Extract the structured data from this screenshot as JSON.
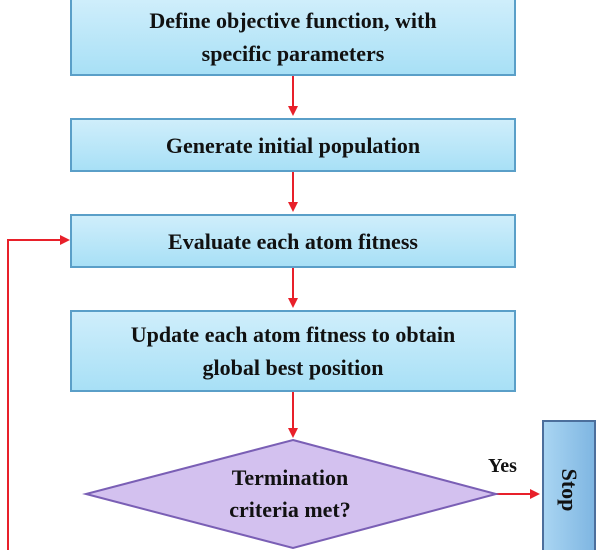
{
  "steps": [
    {
      "line1": "Define objective function, with",
      "line2": "specific parameters"
    },
    {
      "line1": "Generate initial population"
    },
    {
      "line1": "Evaluate each atom fitness"
    },
    {
      "line1": "Update each atom fitness to obtain",
      "line2": "global best position"
    }
  ],
  "decision": {
    "line1": "Termination",
    "line2": "criteria met?"
  },
  "yes_label": "Yes",
  "stop_label": "Stop",
  "colors": {
    "process_fill": "#b9e6f8",
    "process_border": "#5a9fc8",
    "decision_fill": "#d3c1ef",
    "decision_border": "#7a5fb5",
    "stop_fill": "#93c4ea",
    "arrow": "#e8202a"
  }
}
